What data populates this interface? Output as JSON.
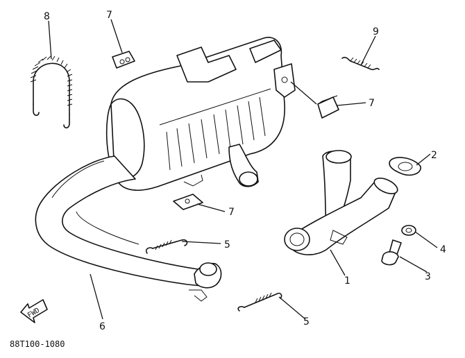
{
  "callouts": {
    "c1": "1",
    "c2": "2",
    "c3": "3",
    "c4": "4",
    "c5a": "5",
    "c5b": "5",
    "c6": "6",
    "c7a": "7",
    "c7b": "7",
    "c7c": "7",
    "c8": "8",
    "c9": "9"
  },
  "fwd_label": "FWD",
  "figure_code": "88T100-1080"
}
